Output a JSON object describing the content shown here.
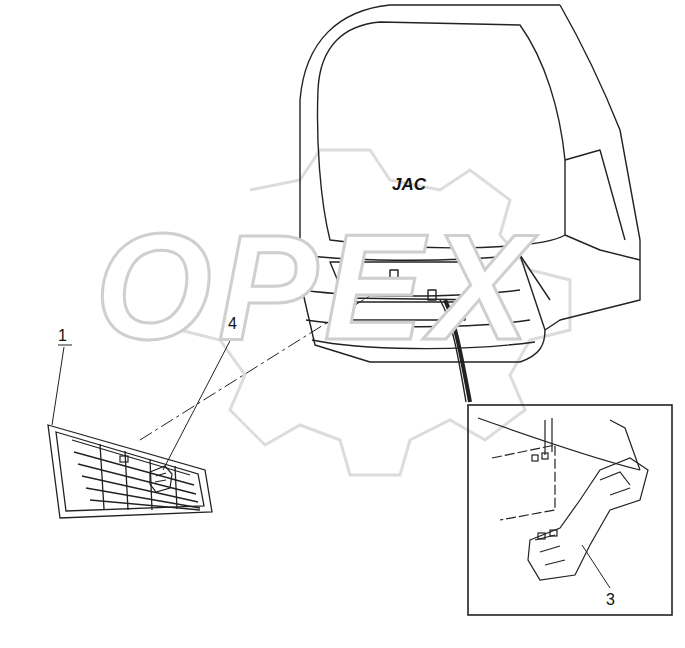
{
  "diagram": {
    "labels": [
      "OPEX",
      "JAC",
      "1",
      "4",
      "3"
    ]
  }
}
